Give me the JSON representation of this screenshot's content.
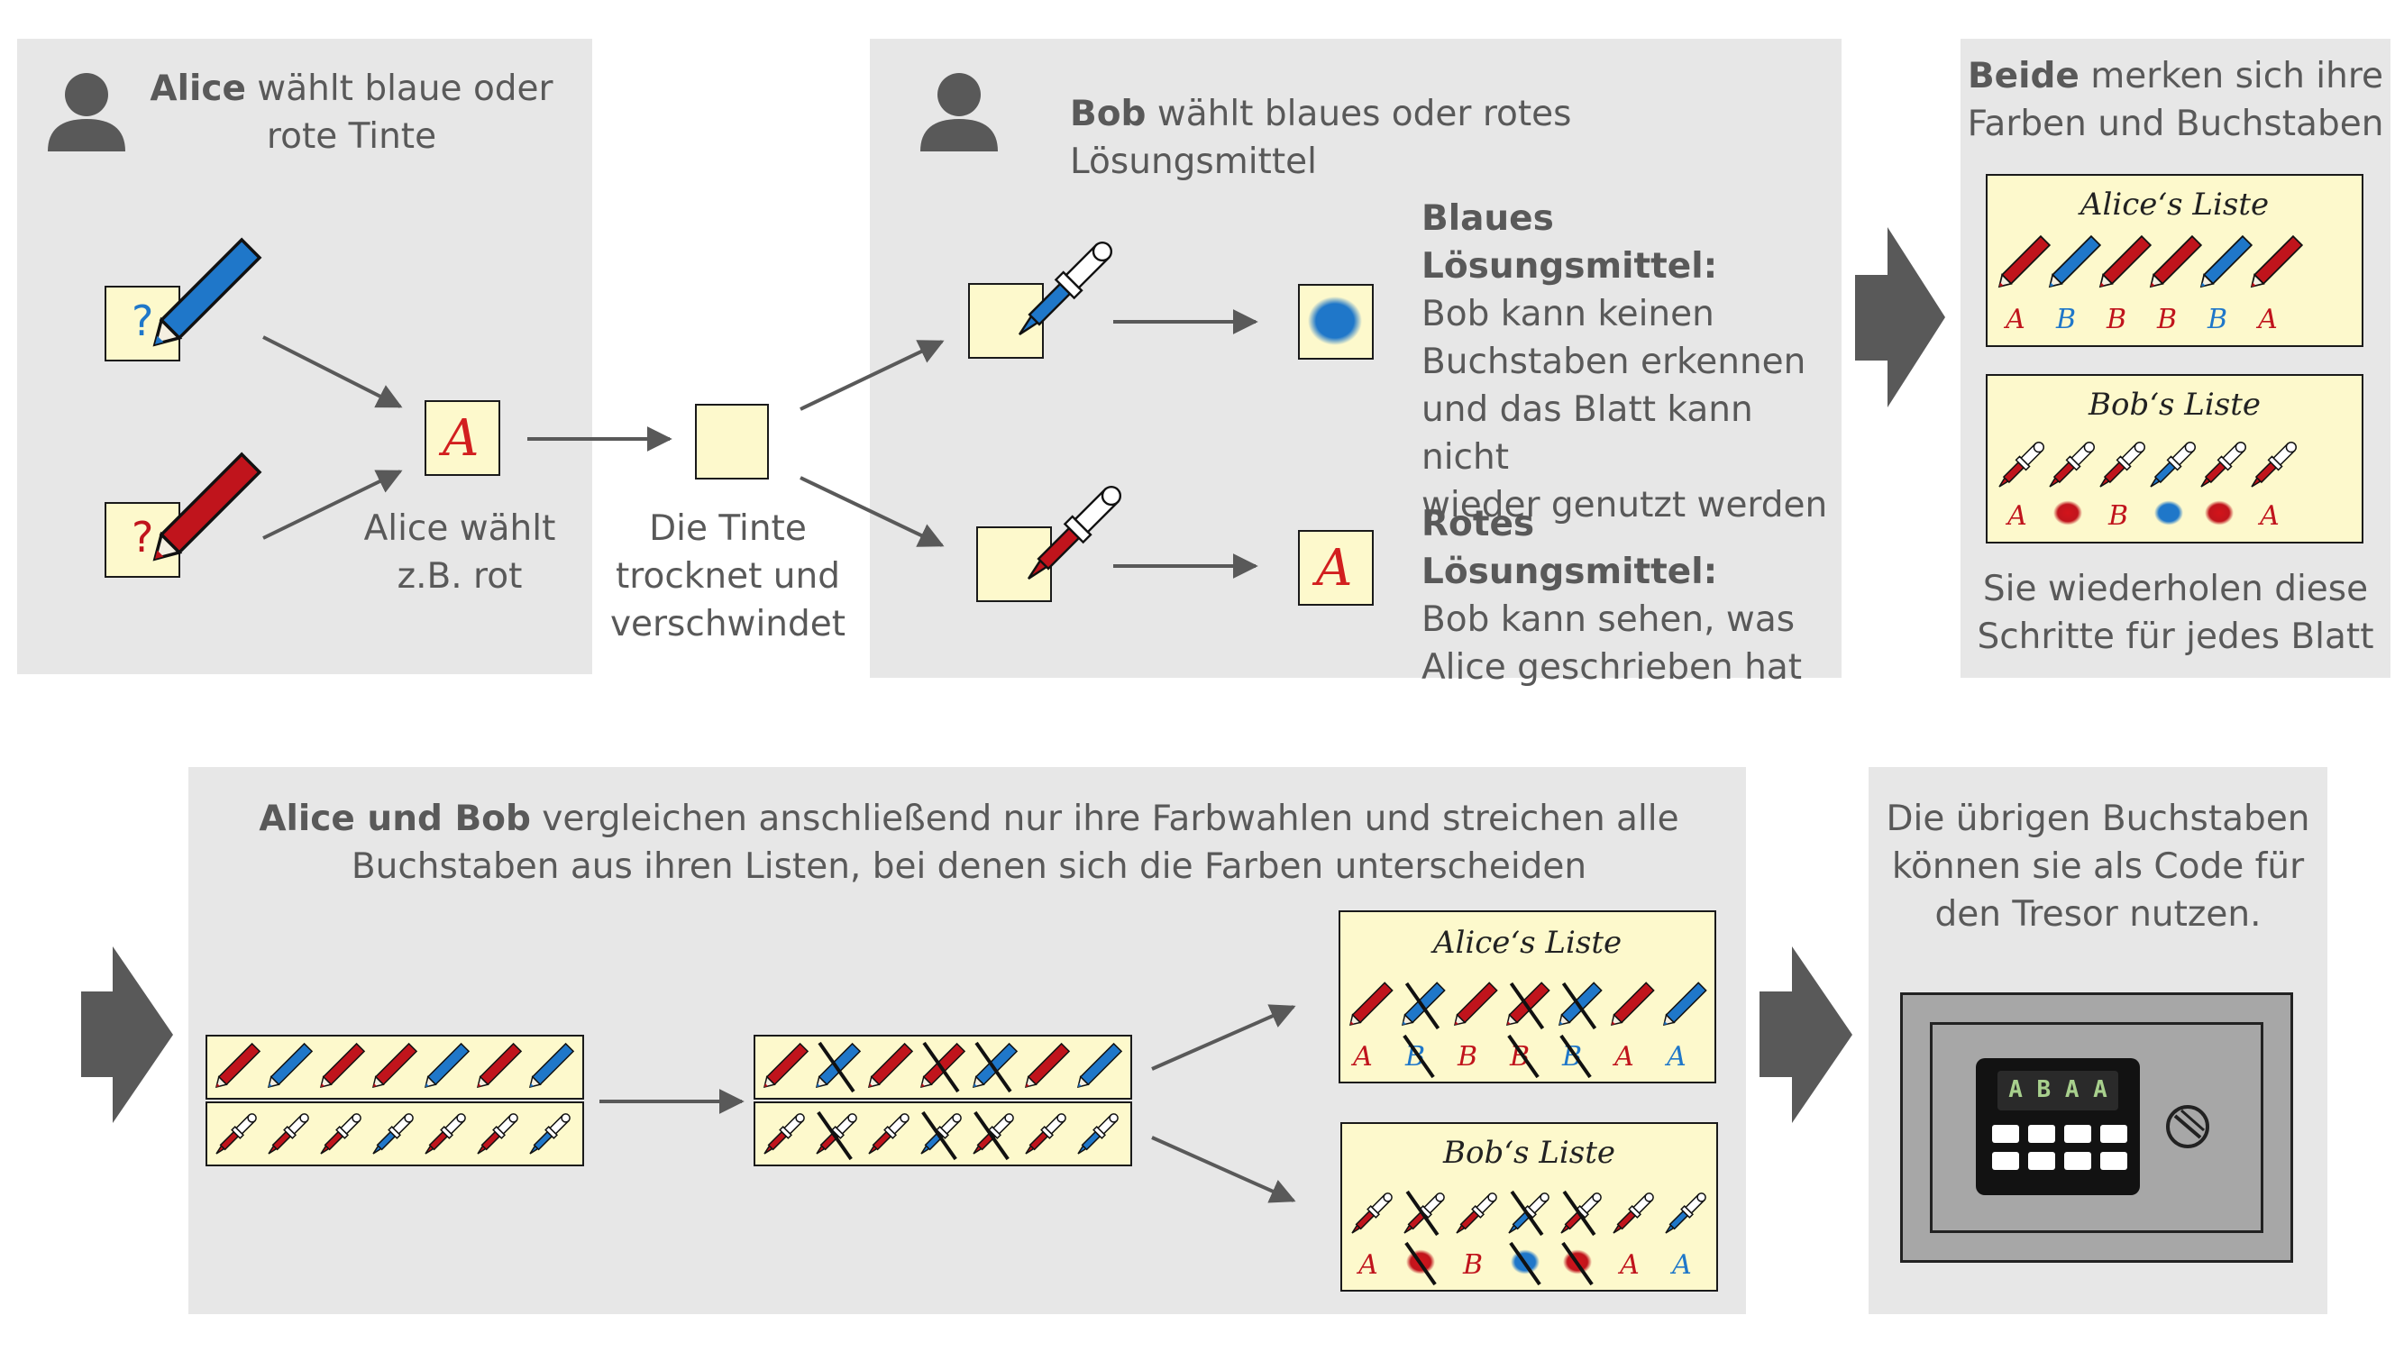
{
  "colors": {
    "blue": "#1f77c9",
    "red": "#c0141c",
    "panel": "#e7e7e7",
    "note": "#fdf9cc",
    "arrow": "#595959"
  },
  "step1": {
    "alice_name": "Alice",
    "alice_rest_1": " wählt blaue oder",
    "alice_line2": "rote Tinte",
    "unknown_mark": "?",
    "written_letter": "A",
    "choice_1": "Alice wählt",
    "choice_2": "z.B. rot"
  },
  "step2": {
    "line1": "Die Tinte",
    "line2": "trocknet und",
    "line3": "verschwindet"
  },
  "step3": {
    "bob_name": "Bob",
    "bob_rest": " wählt blaues oder rotes Lösungsmittel",
    "blue_title": "Blaues Lösungsmittel:",
    "blue_l1": "Bob kann keinen",
    "blue_l2": "Buchstaben erkennen",
    "blue_l3": "und das Blatt kann nicht",
    "blue_l4": "wieder genutzt werden",
    "red_title": "Rotes Lösungsmittel:",
    "red_l1": "Bob kann sehen, was",
    "red_l2": "Alice geschrieben hat",
    "revealed_letter": "A"
  },
  "step4": {
    "both_bold": "Beide",
    "both_rest": " merken sich ihre",
    "both_line2": "Farben und Buchstaben",
    "repeat_1": "Sie wiederholen diese",
    "repeat_2": "Schritte für jedes Blatt",
    "alice_list_title": "Alice‘s Liste",
    "bob_list_title": "Bob‘s Liste"
  },
  "step5": {
    "bold": "Alice und Bob",
    "rest_1": " vergleichen anschließend nur ihre Farbwahlen und streichen alle",
    "line2": "Buchstaben aus ihren Listen, bei denen sich die Farben unterscheiden",
    "alice_list_title": "Alice‘s Liste",
    "bob_list_title": "Bob‘s Liste"
  },
  "step6": {
    "line1": "Die übrigen Buchstaben",
    "line2": "können sie als Code für",
    "line3": "den Tresor nutzen.",
    "display_code": "A B A A"
  },
  "lists": {
    "alice_colors": [
      "red",
      "blue",
      "red",
      "red",
      "blue",
      "red"
    ],
    "alice_letters": [
      "A",
      "B",
      "B",
      "B",
      "B",
      "A"
    ],
    "bob_colors": [
      "red",
      "red",
      "red",
      "blue",
      "red",
      "red"
    ],
    "bob_results": [
      "A",
      "blot-red",
      "B",
      "blot-blue",
      "blot-red",
      "A"
    ],
    "alice_colors_7": [
      "red",
      "blue",
      "red",
      "red",
      "blue",
      "red",
      "blue"
    ],
    "alice_letters_7": [
      "A",
      "B",
      "B",
      "B",
      "B",
      "A",
      "A"
    ],
    "bob_colors_7": [
      "red",
      "red",
      "red",
      "blue",
      "red",
      "red",
      "blue"
    ],
    "bob_results_7": [
      "A",
      "blot-red",
      "B",
      "blot-blue",
      "blot-red",
      "A",
      "A"
    ],
    "crossed_7": [
      false,
      true,
      false,
      true,
      true,
      false,
      false
    ]
  },
  "icons": [
    "person-icon",
    "pen-icon",
    "dropper-icon",
    "arrow-icon",
    "safe-icon"
  ]
}
